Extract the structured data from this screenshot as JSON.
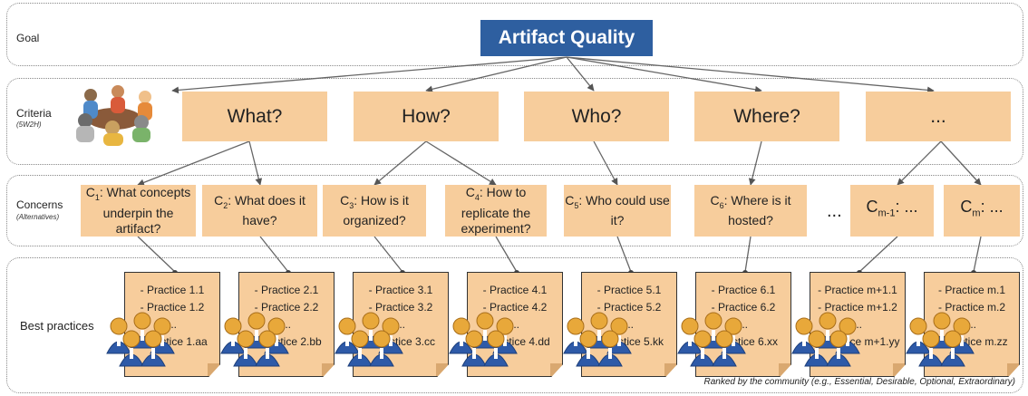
{
  "rows": {
    "goal": "Goal",
    "criteria": "Criteria",
    "criteria_sub": "(5W2H)",
    "concerns": "Concerns",
    "concerns_sub": "(Alternatives)",
    "best_practices": "Best practices"
  },
  "goal_box": "Artifact Quality",
  "criteria": [
    "What?",
    "How?",
    "Who?",
    "Where?",
    "..."
  ],
  "concerns": [
    {
      "sym": "C",
      "sub": "1",
      "text": ": What concepts underpin the artifact?"
    },
    {
      "sym": "C",
      "sub": "2",
      "text": ": What does it have?"
    },
    {
      "sym": "C",
      "sub": "3",
      "text": ": How is it organized?"
    },
    {
      "sym": "C",
      "sub": "4",
      "text": ": How to replicate the experiment?"
    },
    {
      "sym": "C",
      "sub": "5",
      "text": ": Who could use it?"
    },
    {
      "sym": "C",
      "sub": "6",
      "text": ": Where is it hosted?"
    },
    {
      "sym": "C",
      "sub": "m-1",
      "text": ": ..."
    },
    {
      "sym": "C",
      "sub": "m",
      "text": ": ..."
    }
  ],
  "concerns_ellipsis": "...",
  "practices": [
    [
      "- Practice 1.1",
      "- Practice 1.2",
      "...",
      "- Practice 1.aa"
    ],
    [
      "- Practice 2.1",
      "- Practice 2.2",
      "...",
      "- Practice 2.bb"
    ],
    [
      "- Practice 3.1",
      "- Practice 3.2",
      "...",
      "- Practice 3.cc"
    ],
    [
      "- Practice 4.1",
      "- Practice 4.2",
      "...",
      "- Practice 4.dd"
    ],
    [
      "- Practice 5.1",
      "- Practice 5.2",
      "...",
      "- Practice 5.kk"
    ],
    [
      "- Practice 6.1",
      "- Practice 6.2",
      "...",
      "- Practice 6.xx"
    ],
    [
      "- Practice m+1.1",
      "- Practice m+1.2",
      "...",
      "- Practice m+1.yy"
    ],
    [
      "- Practice m.1",
      "- Practice m.2",
      "...",
      "- Practice m.zz"
    ]
  ],
  "ranked_note": "Ranked by the community (e.g., Essential, Desirable, Optional, Extraordinary)",
  "colors": {
    "goal": "#2e5fa0",
    "box": "#f7cd9c",
    "person_head": "#e8a83a",
    "person_body": "#2e5aa8"
  }
}
